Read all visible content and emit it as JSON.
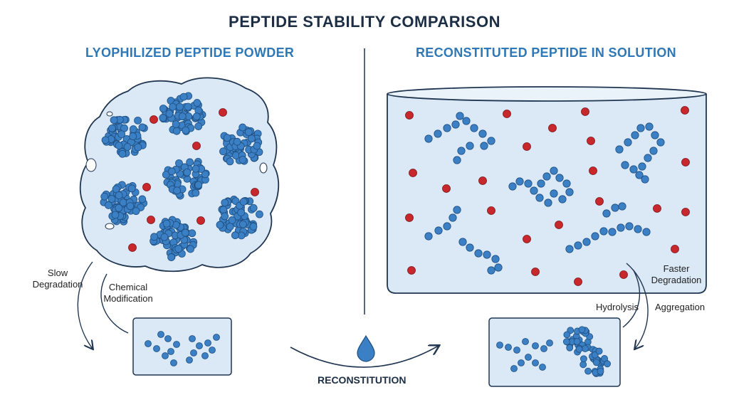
{
  "title": "PEPTIDE STABILITY COMPARISON",
  "left": {
    "heading": "LYOPHILIZED PEPTIDE POWDER",
    "label_slow": "Slow\nDegradation",
    "label_chem": "Chemical\nModification"
  },
  "right": {
    "heading": "RECONSTITUTED PEPTIDE IN SOLUTION",
    "label_faster": "Faster\nDegradation",
    "label_hydrolysis": "Hydrolysis",
    "label_aggregation": "Aggregation"
  },
  "center": {
    "label": "RECONSTITUTION"
  },
  "colors": {
    "bead": "#3b7fc4",
    "bead_stroke": "#1f4f80",
    "red": "#c8282c",
    "fill": "#dbe9f6",
    "stroke": "#1f3550"
  }
}
